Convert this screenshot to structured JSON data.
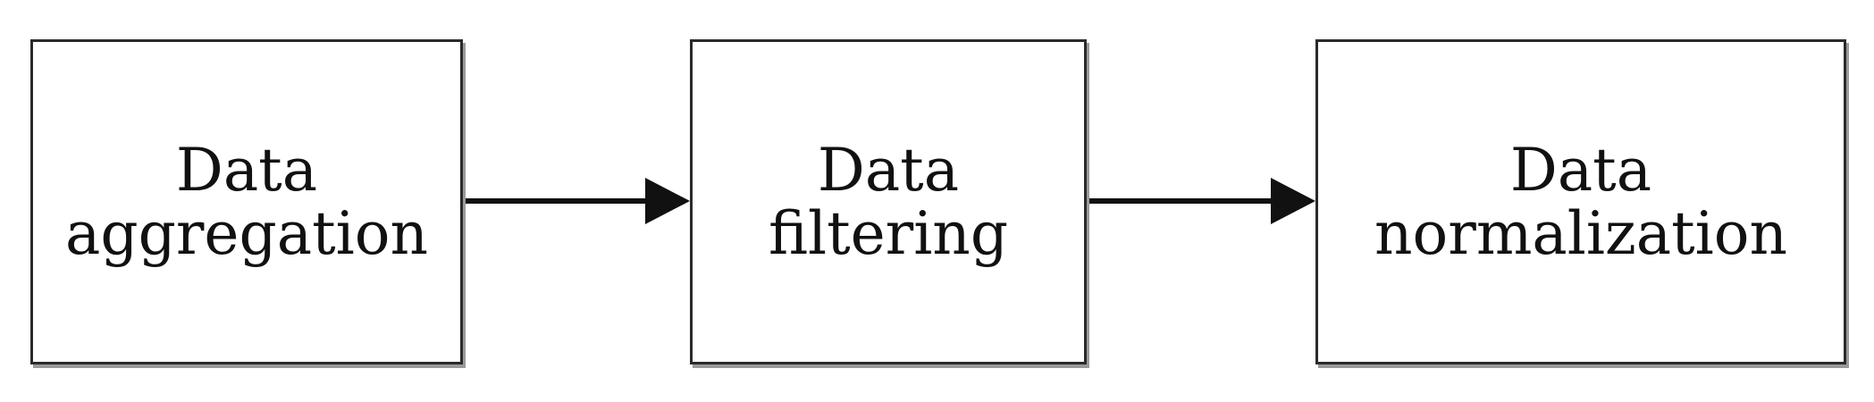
{
  "diagram": {
    "steps": [
      {
        "line1": "Data",
        "line2": "aggregation"
      },
      {
        "line1": "Data",
        "line2": "filtering"
      },
      {
        "line1": "Data",
        "line2": "normalization"
      }
    ],
    "colors": {
      "stroke": "#111111",
      "box_border": "#2a2a2a",
      "shadow": "#9a9a9a",
      "text": "#111111",
      "background": "#ffffff"
    }
  }
}
